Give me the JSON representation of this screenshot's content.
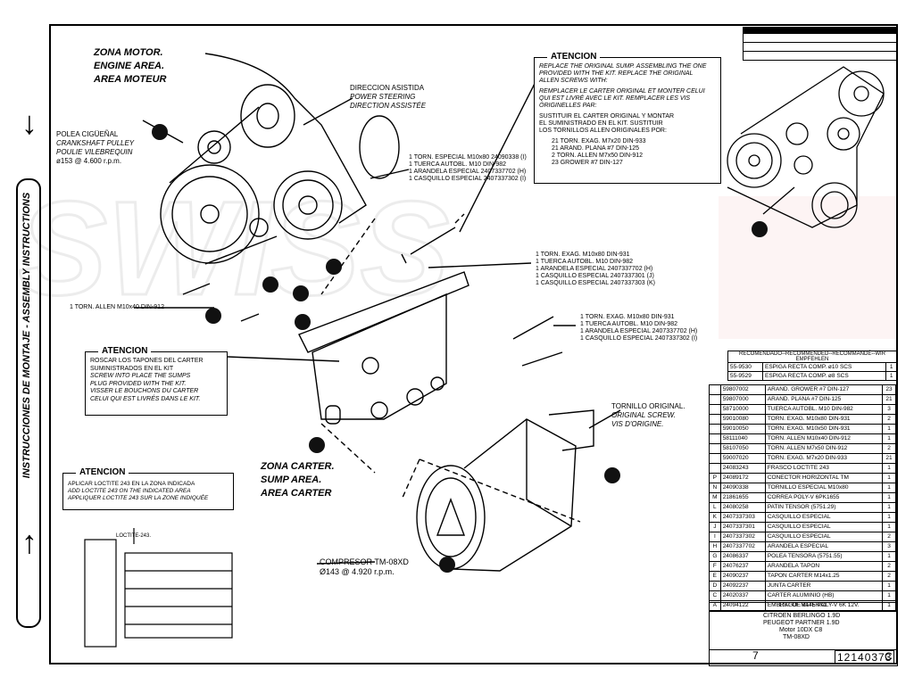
{
  "side": {
    "label": "INSTRUCCIONES DE MONTAJE - ASSEMBLY INSTRUCTIONS"
  },
  "zones": {
    "engine": [
      "ZONA MOTOR.",
      "ENGINE AREA.",
      "AREA MOTEUR"
    ],
    "sump": [
      "ZONA CARTER.",
      "SUMP AREA.",
      "AREA CARTER"
    ]
  },
  "labels": {
    "pulley": [
      "POLEA CIGÜEÑAL",
      "CRANKSHAFT PULLEY",
      "POULIE VILEBREQUIN",
      "ø153  @  4.600 r.p.m."
    ],
    "steering": [
      "DIRECCION ASISTIDA",
      "POWER STEERING",
      "DIRECTION ASSISTÉE"
    ],
    "compressor": [
      "COMPRESOR TM-08XD",
      "Ø143 @ 4.920 r.p.m."
    ],
    "screw_orig": [
      "TORNILLO ORIGINAL.",
      "ORIGINAL SCREW.",
      "VIS D'ORIGINE."
    ],
    "allen_left": "1 TORN. ALLEN M10x40 DIN-912",
    "group1": [
      "1 TORN. ESPECIAL M10x80 24090338 (I)",
      "1 TUERCA AUTOBL. M10 DIN-982",
      "1 ARANDELA ESPECIAL 2407337702 (H)",
      "1 CASQUILLO ESPECIAL 2407337302 (I)"
    ],
    "group2": [
      "1 TORN. EXAG. M10x80 DIN-931",
      "1 TUERCA AUTOBL. M10 DIN-982",
      "1 ARANDELA ESPECIAL 2407337702 (H)",
      "1 CASQUILLO ESPECIAL 2407337301 (J)",
      "1 CASQUILLO ESPECIAL 2407337303 (K)"
    ],
    "group3": [
      "1 TORN. EXAG. M10x80 DIN-931",
      "1 TUERCA AUTOBL. M10 DIN-982",
      "1 ARANDELA ESPECIAL 2407337702 (H)",
      "1 CASQUILLO ESPECIAL 2407337302 (I)"
    ],
    "loctite": "LOCTITE-243."
  },
  "attention_top": {
    "title": "ATENCION",
    "en": [
      "REPLACE THE ORIGINAL SUMP. ASSEMBLING THE ONE",
      "PROVIDED WITH THE KIT. REPLACE THE ORIGINAL",
      "ALLEN SCREWS WITH:"
    ],
    "fr": [
      "REMPLACER LE CARTER ORIGINAL ET MONTER CELUI",
      "QUI EST LIVRÉ AVEC LE KIT. REMPLACER LES VIS",
      "ORIGINELLES PAR:"
    ],
    "es": [
      "SUSTITUIR EL CARTER ORIGINAL Y MONTAR",
      "EL SUMINISTRADO EN EL KIT.  SUSTITUIR",
      "LOS TORNILLOS  ALLEN  ORIGINALES POR:"
    ],
    "items": [
      "21  TORN. EXAG. M7x20 DIN-933",
      "21  ARAND. PLANA #7 DIN-125",
      "2  TORN. ALLEN M7x50 DIN-912",
      "23  GROWER #7 DIN-127"
    ]
  },
  "attention_mid": {
    "title": "ATENCION",
    "lines": [
      "ROSCAR LOS TAPONES  DEL CARTER",
      "SUMINISTRADOS EN EL KIT",
      "SCREW INTO PLACE THE SUMPS",
      "PLUG PROVIDED WITH THE KIT.",
      "VISSER LE BOUCHONS DU CARTER",
      "CELUI QUI EST LIVRÉS DANS LE KIT."
    ]
  },
  "attention_bottom": {
    "title": "ATENCION",
    "lines": [
      "APLICAR LOCTITE 243 EN LA ZONA INDICADA",
      "ADD LOCTITE 243 ON THE INDICATED AREA",
      "APPLIQUER LOCTITE 243 SUR LA ZONE INDIQUÉE"
    ]
  },
  "recommended": {
    "title": "RECOMENDADO--RECOMMENDED--RECOMMANDÉ--WIR EMPFEHLEN",
    "rows": [
      [
        "55-9530",
        "ESPIGA RECTA COMP. ø10 SCS",
        "1"
      ],
      [
        "55-9529",
        "ESPIGA RECTA COMP. ø8 SCS",
        "1"
      ]
    ]
  },
  "parts": [
    [
      "",
      "59807002",
      "ARAND. GROWER #7 DIN-127",
      "23"
    ],
    [
      "",
      "59807000",
      "ARAND. PLANA #7 DIN-125",
      "21"
    ],
    [
      "",
      "58710000",
      "TUERCA AUTOBL. M10 DIN-982",
      "3"
    ],
    [
      "",
      "59010080",
      "TORN. EXAG. M10x80 DIN-931",
      "2"
    ],
    [
      "",
      "59010050",
      "TORN. EXAG. M10x50 DIN-931",
      "1"
    ],
    [
      "",
      "58111040",
      "TORN. ALLEN M10x40 DIN-912",
      "1"
    ],
    [
      "",
      "58107050",
      "TORN. ALLEN M7x50 DIN-912",
      "2"
    ],
    [
      "",
      "59007020",
      "TORN. EXAG. M7x20 DIN-933",
      "21"
    ],
    [
      "",
      "24083243",
      "FRASCO LOCTITE 243",
      "1"
    ],
    [
      "P",
      "24089172",
      "CONECTOR HORIZONTAL TM",
      "1"
    ],
    [
      "N",
      "24090338",
      "TORNILLO ESPECIAL M10x80",
      "1"
    ],
    [
      "M",
      "21861655",
      "CORREA POLY-V 6PK1655",
      "1"
    ],
    [
      "L",
      "24080258",
      "PATIN TENSOR (5751.29)",
      "1"
    ],
    [
      "K",
      "2407337303",
      "CASQUILLO ESPECIAL",
      "1"
    ],
    [
      "J",
      "2407337301",
      "CASQUILLO ESPECIAL",
      "1"
    ],
    [
      "I",
      "2407337302",
      "CASQUILLO ESPECIAL",
      "2"
    ],
    [
      "H",
      "2407337702",
      "ARANDELA ESPECIAL",
      "3"
    ],
    [
      "G",
      "24086337",
      "POLEA TENSORA (5751.55)",
      "1"
    ],
    [
      "F",
      "24076237",
      "ARANDELA TAPON",
      "2"
    ],
    [
      "E",
      "24090237",
      "TAPON CARTER M14x1.25",
      "2"
    ],
    [
      "D",
      "24092237",
      "JUNTA CARTER",
      "1"
    ],
    [
      "C",
      "24020337",
      "CARTER ALUMINIO (HB)",
      "1"
    ],
    [
      "A",
      "24094122",
      "EMBRAGUE ø145 POLY-V 6K 12V.",
      "1"
    ]
  ],
  "title_block": {
    "list": "LIST OF MATERIAL",
    "model": [
      "CITROEN BERLINGO 1.9D",
      "PEUGEOT PARTNER 1.9D",
      "Motor 10DX C8",
      "TM-08XD"
    ],
    "sheet": "7",
    "drawing_no": "12140373",
    "rev": "C"
  }
}
